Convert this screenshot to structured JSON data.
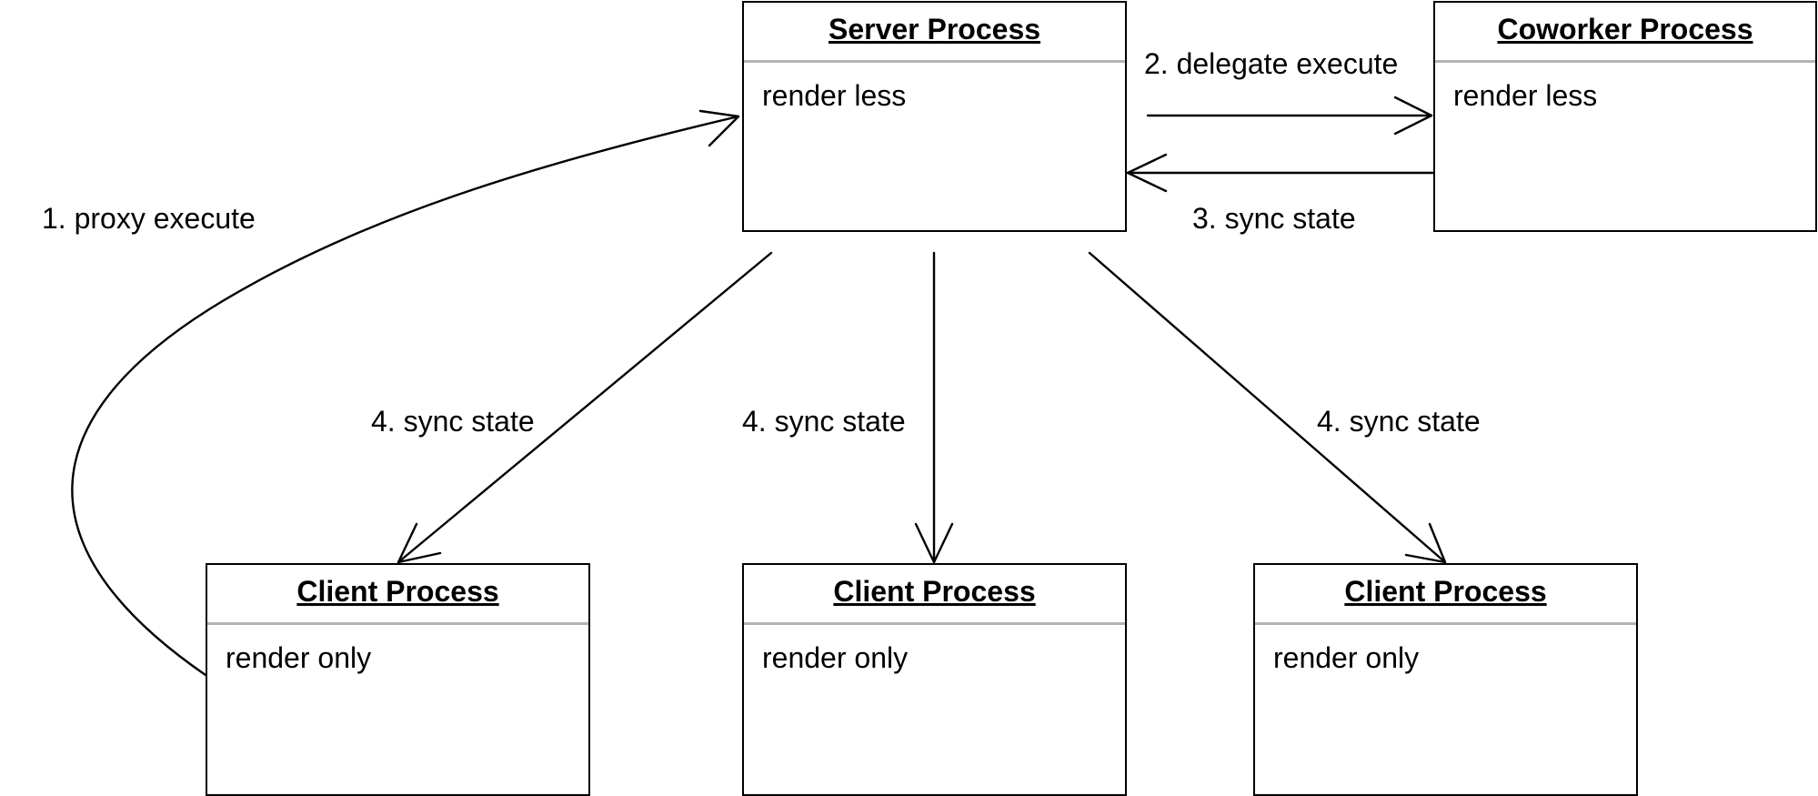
{
  "nodes": {
    "server": {
      "title": "Server Process",
      "body": "render less"
    },
    "coworker": {
      "title": "Coworker Process",
      "body": "render less"
    },
    "client_left": {
      "title": "Client Process",
      "body": "render only"
    },
    "client_middle": {
      "title": "Client Process",
      "body": "render only"
    },
    "client_right": {
      "title": "Client Process",
      "body": "render only"
    }
  },
  "edges": {
    "proxy_execute": "1. proxy execute",
    "delegate_execute": "2. delegate execute",
    "sync_state_coworker": "3. sync state",
    "sync_state_left": "4. sync state",
    "sync_state_middle": "4. sync state",
    "sync_state_right": "4. sync state"
  }
}
